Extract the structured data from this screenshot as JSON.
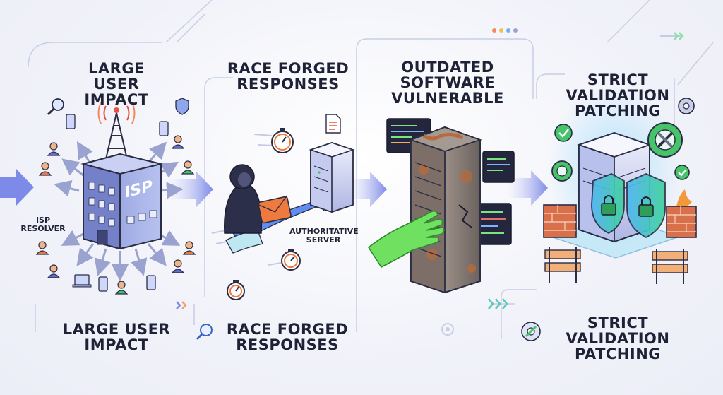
{
  "panels": [
    {
      "title_top": "LARGE USER IMPACT",
      "title_bottom": "LARGE USER IMPACT"
    },
    {
      "title_top": "RACE FORGED RESPONSES",
      "title_bottom": "RACE FORGED RESPONSES"
    },
    {
      "title_top": "OUTDATED SOFTWARE VULNERABLE"
    },
    {
      "title_top": "STRICT VALIDATION PATCHING",
      "title_bottom": "STRICT VALIDATION PATCHING"
    }
  ],
  "labels": {
    "isp_resolver": "ISP RESOLVER",
    "isp_sign": "ISP",
    "authoritative_server": "AUTHORITATIVE SERVER"
  },
  "colors": {
    "accent_blue": "#6f7fe6",
    "shield_green": "#3ec46d",
    "rust": "#b86a3a",
    "ink": "#1f2236"
  }
}
